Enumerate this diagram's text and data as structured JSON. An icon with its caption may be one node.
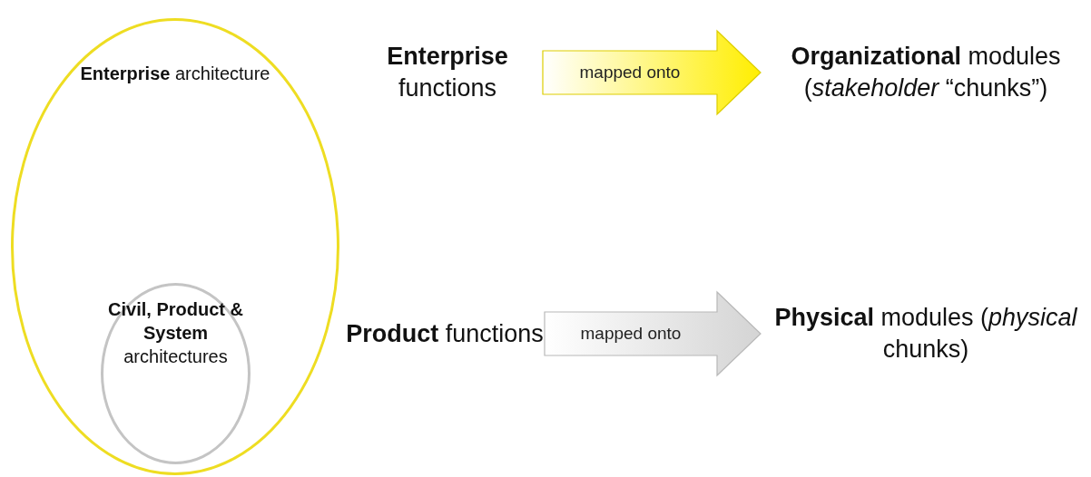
{
  "diagram": {
    "nodes": [
      {
        "text": [
          "**Enterprise** architecture"
        ]
      },
      {
        "text": [
          "**Civil, Product & System** architectures"
        ],
        "in": 0
      },
      {
        "text": [
          "**Enterprise** functions"
        ]
      },
      {
        "text": [
          "**Organizational** modules (*stakeholder* “chunks”)"
        ]
      },
      {
        "text": [
          "**Product** functions"
        ]
      },
      {
        "text": [
          "**Physical** modules (*physical* chunks)"
        ]
      }
    ],
    "edges": [
      {
        "from": 2,
        "to": 3,
        "arrow": "to",
        "label": "mapped onto",
        "style": "thick",
        "color": "#ffee00"
      },
      {
        "from": 4,
        "to": 5,
        "arrow": "to",
        "label": "mapped onto",
        "style": "thick",
        "color": "#d4d4d4"
      }
    ]
  }
}
